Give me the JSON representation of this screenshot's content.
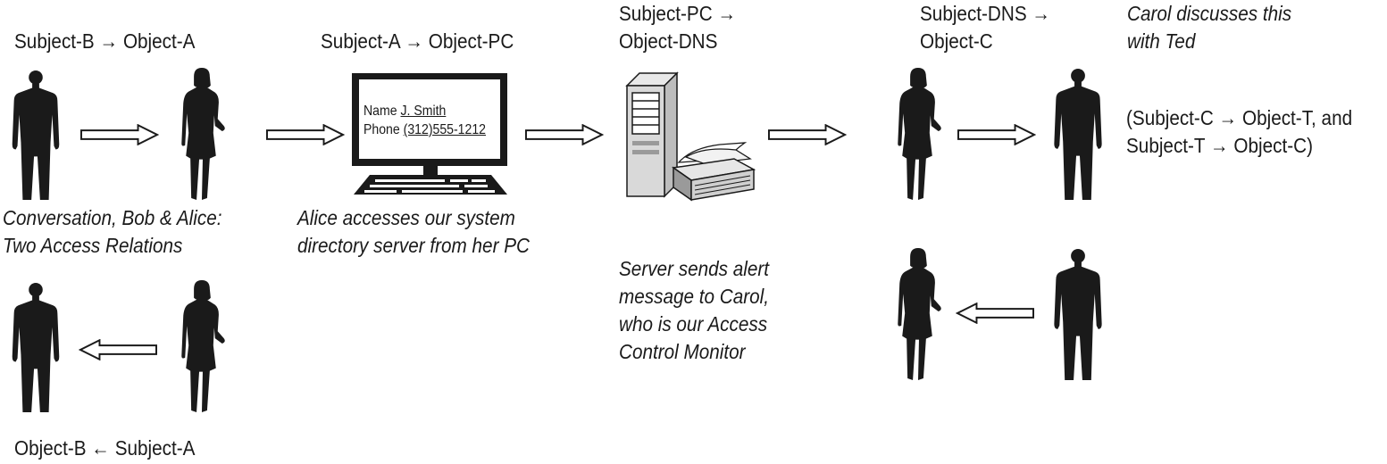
{
  "labels": {
    "bob_to_alice": "Subject-B → Object-A",
    "alice_to_pc": "Subject-A → Object-PC",
    "pc_to_dns": [
      "Subject-PC →",
      "Object-DNS"
    ],
    "dns_to_carol": [
      "Subject-DNS →",
      "Object-C"
    ],
    "carol_ted_title": [
      "Carol discusses this",
      "with Ted"
    ],
    "carol_ted_relations": [
      "(Subject-C → Object-T, and",
      "Subject-T → Object-C)"
    ],
    "conversation_caption": [
      "Conversation, Bob & Alice:",
      "Two Access Relations"
    ],
    "alice_access_caption": [
      "Alice accesses our system",
      "directory server from her PC"
    ],
    "server_alert_caption": [
      "Server sends alert",
      "message to Carol,",
      "who is our Access",
      "Control Monitor"
    ],
    "alice_to_bob": "Object-B ← Subject-A"
  },
  "monitor_form": {
    "name_label": "Name",
    "name_value": "J. Smith",
    "phone_label": "Phone",
    "phone_value": "(312)555-1212"
  },
  "colors": {
    "silhouette": "#1a1a1a",
    "arrow_fill": "#ffffff",
    "stroke": "#1a1a1a"
  }
}
